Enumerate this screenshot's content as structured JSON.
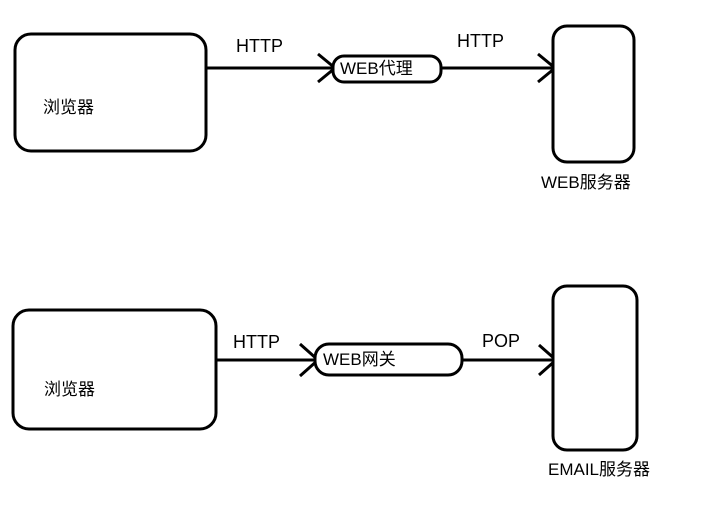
{
  "diagram": {
    "title": "WEB proxy and WEB gateway protocol flow diagram",
    "stroke_color": "#000000",
    "background_color": "#ffffff",
    "text_color": "#000000",
    "flows": [
      {
        "id": "proxy-flow",
        "client": {
          "label": "浏览器",
          "shape": "rounded-rectangle"
        },
        "link_in": {
          "label": "HTTP"
        },
        "middle": {
          "label": "WEB代理",
          "shape": "rounded-pill"
        },
        "link_out": {
          "label": "HTTP"
        },
        "server": {
          "label": "WEB服务器",
          "shape": "rounded-rectangle-tall"
        }
      },
      {
        "id": "gateway-flow",
        "client": {
          "label": "浏览器",
          "shape": "rounded-rectangle"
        },
        "link_in": {
          "label": "HTTP"
        },
        "middle": {
          "label": "WEB网关",
          "shape": "rounded-pill"
        },
        "link_out": {
          "label": "POP"
        },
        "server": {
          "label": "EMAIL服务器",
          "shape": "rounded-rectangle-tall"
        }
      }
    ],
    "icons": {
      "arrowhead": "open-chevron-arrowhead-icon"
    }
  }
}
